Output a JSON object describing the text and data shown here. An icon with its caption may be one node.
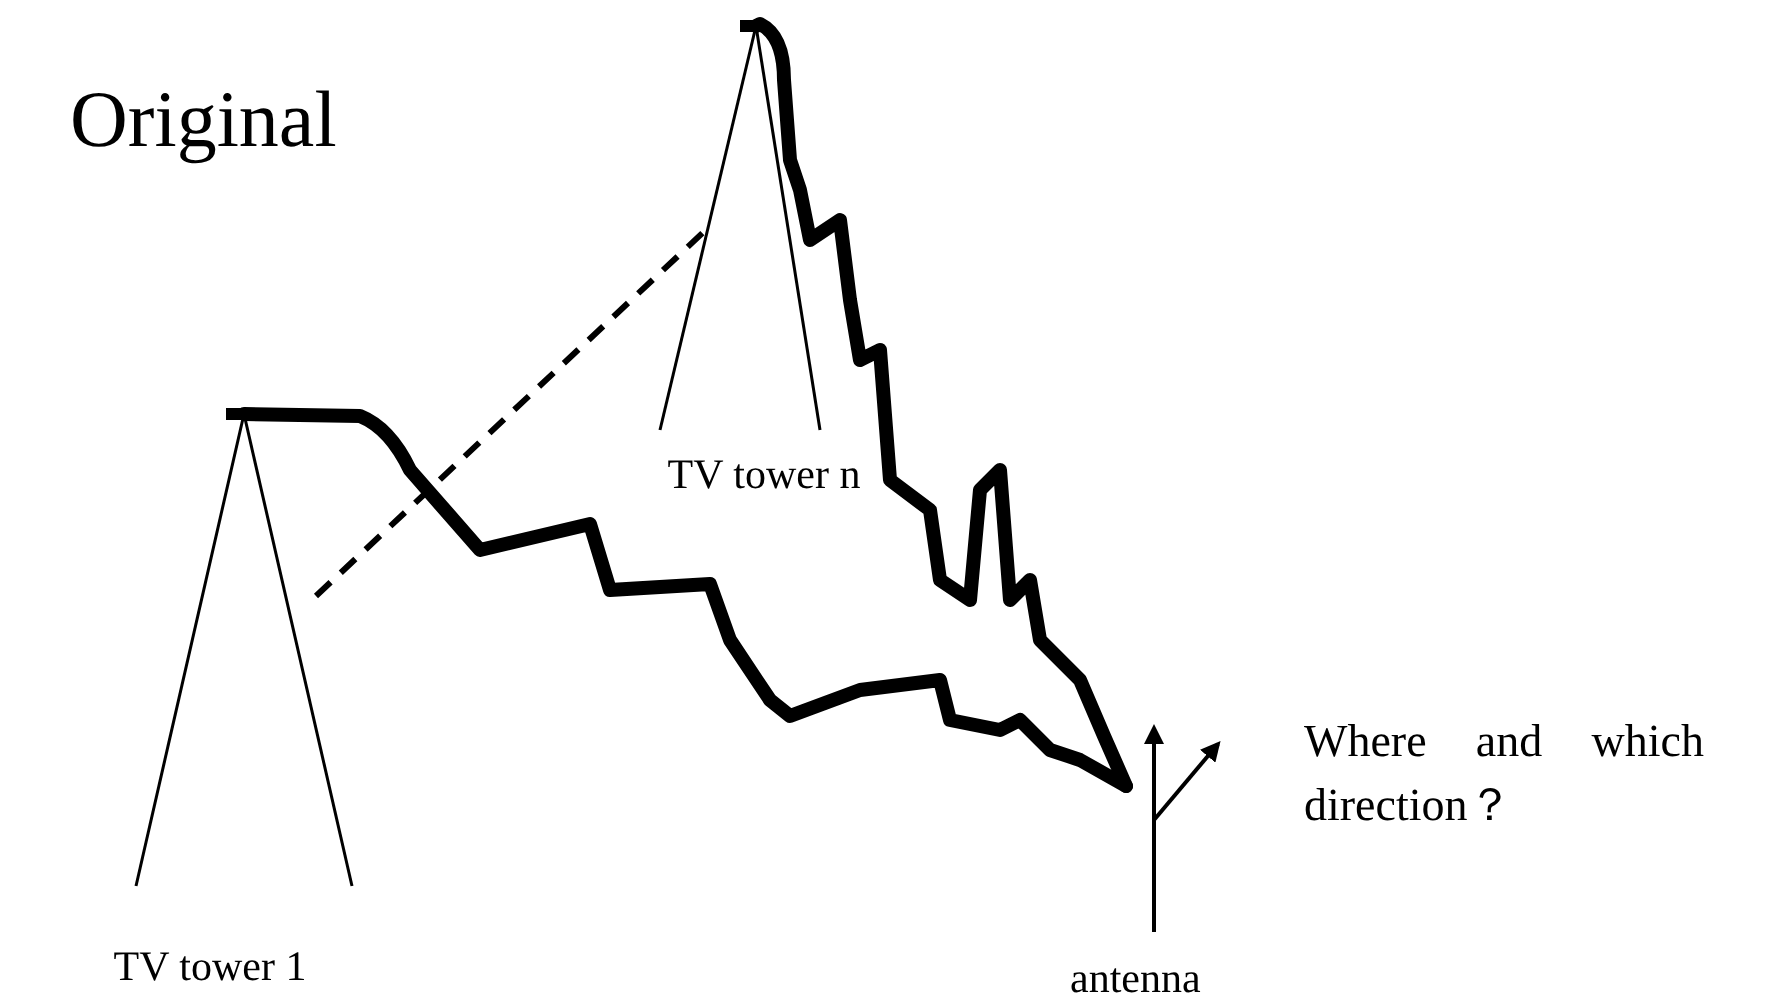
{
  "diagram": {
    "title": "Original",
    "nodes": [
      {
        "text": [
          "TV tower 1"
        ]
      },
      {
        "text": [
          "TV tower n"
        ]
      },
      {
        "text": [],
        "shape": "picture",
        "beside": [
          "antenna"
        ]
      }
    ],
    "edges": [
      {
        "from": 0,
        "to": 2,
        "arrow": "none"
      },
      {
        "from": 1,
        "to": 2,
        "arrow": "none"
      },
      {
        "from": 0,
        "to": 1,
        "arrow": "none",
        "style": "dashed"
      }
    ],
    "labels": [
      "Where and which direction？"
    ]
  }
}
